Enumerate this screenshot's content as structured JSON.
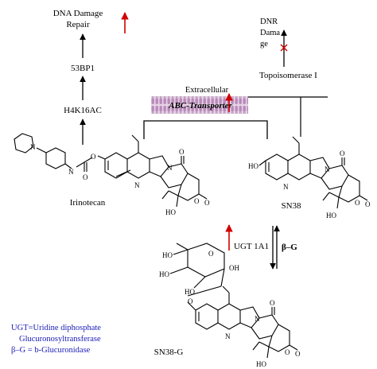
{
  "labels": {
    "dna_damage_repair": [
      "DNA Damage",
      "Repair"
    ],
    "bp1": "53BP1",
    "h4k16ac": "H4K16AC",
    "extracellular": "Extracellular",
    "abc_transporter": "ABC-Transporter",
    "dnr_damage": [
      "DNR",
      "Dama",
      "ge"
    ],
    "topoisomerase": "Topoisomerase I",
    "irinotecan": "Irinotecan",
    "sn38": "SN38",
    "sn38g": "SN38-G",
    "ugt": "UGT 1A1",
    "beta_g": "β–G",
    "atom_o": "O",
    "atom_n": "N",
    "atom_ho": "HO",
    "atom_oh": "OH"
  },
  "legend": [
    "UGT=Uridine diphosphate",
    "Glucuronosyltransferase",
    "β–G = b-Glucuronidase"
  ],
  "colors": {
    "up_arrow": "#d00000",
    "inhibit_x": "#d00000",
    "legend_text": "#1a1ab8",
    "membrane": "#c9a6c9",
    "membrane_dark": "#8e6a8e"
  }
}
